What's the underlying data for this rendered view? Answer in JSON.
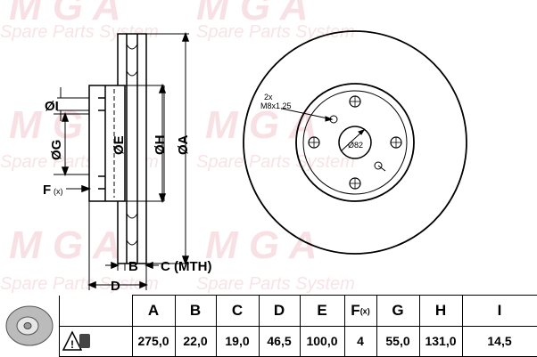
{
  "watermark": {
    "brand": "MGA",
    "tagline": "Spare Parts System"
  },
  "drawing": {
    "labels": {
      "I": "ØI",
      "G": "ØG",
      "E": "ØE",
      "H": "ØH",
      "A": "ØA",
      "F": "F",
      "F_sub": "(x)",
      "B": "B",
      "C": "C (MTH)",
      "D": "D"
    },
    "bolt_note_line1": "2x",
    "bolt_note_line2": "M8x1,25",
    "center_bore": "Ø82"
  },
  "table": {
    "headers": [
      "A",
      "B",
      "C",
      "D",
      "E",
      "F",
      "G",
      "H",
      "I"
    ],
    "f_sub": "(x)",
    "values": [
      "275,0",
      "22,0",
      "19,0",
      "46,5",
      "100,0",
      "4",
      "55,0",
      "131,0",
      "14,5"
    ]
  }
}
